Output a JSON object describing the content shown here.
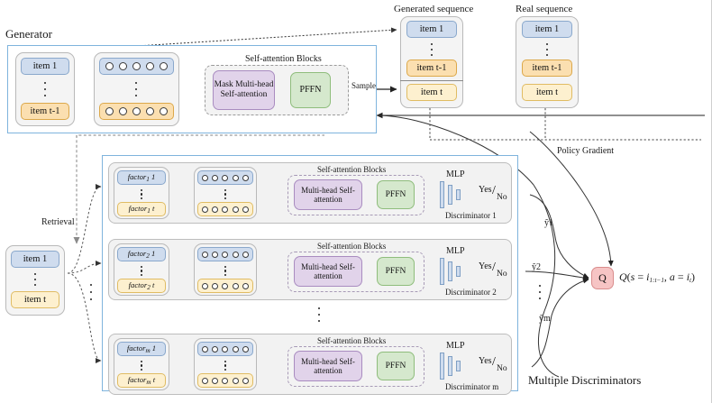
{
  "figure": {
    "title_generator": "Generator",
    "title_generated_seq": "Generated sequence",
    "title_real_seq": "Real sequence",
    "title_multiple_disc": "Multiple Discriminators",
    "label_sample": "Sample",
    "label_retrieval": "Retrieval",
    "label_policy_gradient": "Policy Gradient",
    "label_q": "Q",
    "formula_q": "Q(s = i1:t−1, a = it)"
  },
  "colors": {
    "accent_blue_border": "#7fb4dd",
    "chip_blue": "#cfdcee",
    "chip_orange": "#fbdfb0",
    "chip_lightyellow": "#fdf0cf",
    "block_purple": "#e1d3ea",
    "block_green": "#d5e8cd",
    "block_pink": "#f6c4c4",
    "panel_gray": "#f4f4f4"
  },
  "generator": {
    "input_sequence": {
      "first": "item 1",
      "last": "item t-1"
    },
    "embedding_rows": {
      "top_circles": 5,
      "bottom_circles": 5
    },
    "sab_title": "Self-attention Blocks",
    "attention_block": "Mask Multi-head Self-attention",
    "ffn_block": "PFFN"
  },
  "generated_sequence": {
    "items": [
      "item 1",
      "item t-1",
      "item t"
    ]
  },
  "real_sequence": {
    "items": [
      "item 1",
      "item t-1",
      "item t"
    ]
  },
  "retrieval_memory": {
    "first": "item 1",
    "last": "item t"
  },
  "discriminators": [
    {
      "factor_first": "factor1 1",
      "factor_last": "factor1 t",
      "sab_title": "Self-attention Blocks",
      "attention_block": "Multi-head Self-attention",
      "ffn_block": "PFFN",
      "mlp_label": "MLP",
      "out_yes": "Yes",
      "out_no": "No",
      "name": "Discriminator 1",
      "yhat": "ŷ1"
    },
    {
      "factor_first": "factor2 1",
      "factor_last": "factor2 t",
      "sab_title": "Self-attention Blocks",
      "attention_block": "Multi-head Self-attention",
      "ffn_block": "PFFN",
      "mlp_label": "MLP",
      "out_yes": "Yes",
      "out_no": "No",
      "name": "Discriminator 2",
      "yhat": "ŷ2"
    },
    {
      "factor_first": "factorm 1",
      "factor_last": "factorm t",
      "sab_title": "Self-attention Blocks",
      "attention_block": "Multi-head Self-attention",
      "ffn_block": "PFFN",
      "mlp_label": "MLP",
      "out_yes": "Yes",
      "out_no": "No",
      "name": "Discriminator m",
      "yhat": "ŷm"
    }
  ]
}
